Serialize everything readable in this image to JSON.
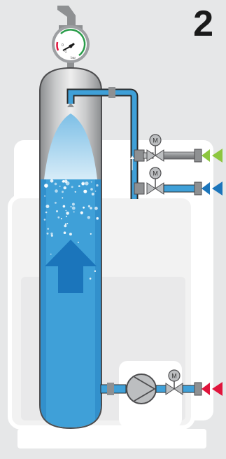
{
  "step_number": "2",
  "gauge": {
    "tick_zero": "0",
    "tick_minus_one": "-1",
    "unit": "bar"
  },
  "valve_actuator_label": "M",
  "icons": {
    "inlet_arrow_top": "green-arrow-icon",
    "inlet_arrow_middle": "blue-arrow-icon",
    "inlet_arrow_bottom": "red-arrow-icon",
    "flow_direction": "big-up-arrow-icon"
  },
  "colors": {
    "background": "#e6e7e8",
    "water": "#3fa0d8",
    "water_dark": "#2a86c4",
    "spray": "#a9d4ee",
    "pipe": "#3fa0d8",
    "green_arrow": "#8dc63f",
    "blue_arrow": "#1b75bb",
    "red_arrow": "#e0143c",
    "gauge_green": "#2a9d4a",
    "gauge_red": "#e0143c"
  }
}
